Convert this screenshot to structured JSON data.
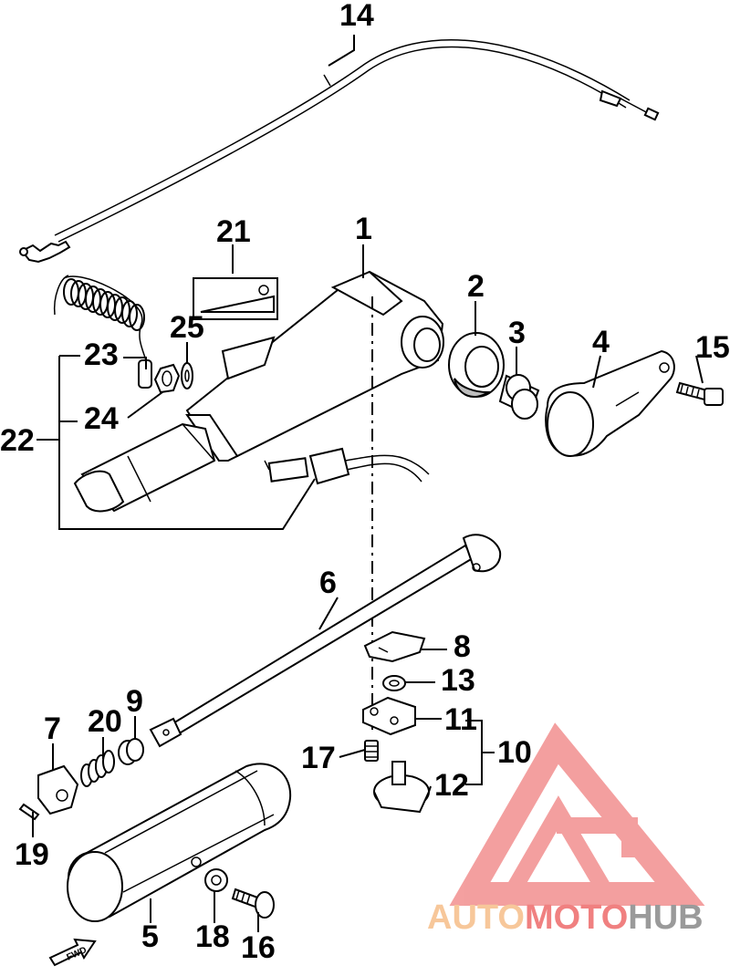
{
  "callouts": {
    "c1": "1",
    "c2": "2",
    "c3": "3",
    "c4": "4",
    "c5": "5",
    "c6": "6",
    "c7": "7",
    "c8": "8",
    "c9": "9",
    "c10": "10",
    "c11": "11",
    "c12": "12",
    "c13": "13",
    "c14": "14",
    "c15": "15",
    "c16": "16",
    "c17": "17",
    "c18": "18",
    "c19": "19",
    "c20": "20",
    "c21": "21",
    "c22": "22",
    "c23": "23",
    "c24": "24",
    "c25": "25"
  },
  "fwd_label": "FWD",
  "watermark": {
    "part1": "AUTO",
    "part2": "MOTO",
    "part3": "HUB",
    "color_light": "#f7c79a",
    "color_accent": "#f08080",
    "color_dark": "#9a9a9a"
  }
}
